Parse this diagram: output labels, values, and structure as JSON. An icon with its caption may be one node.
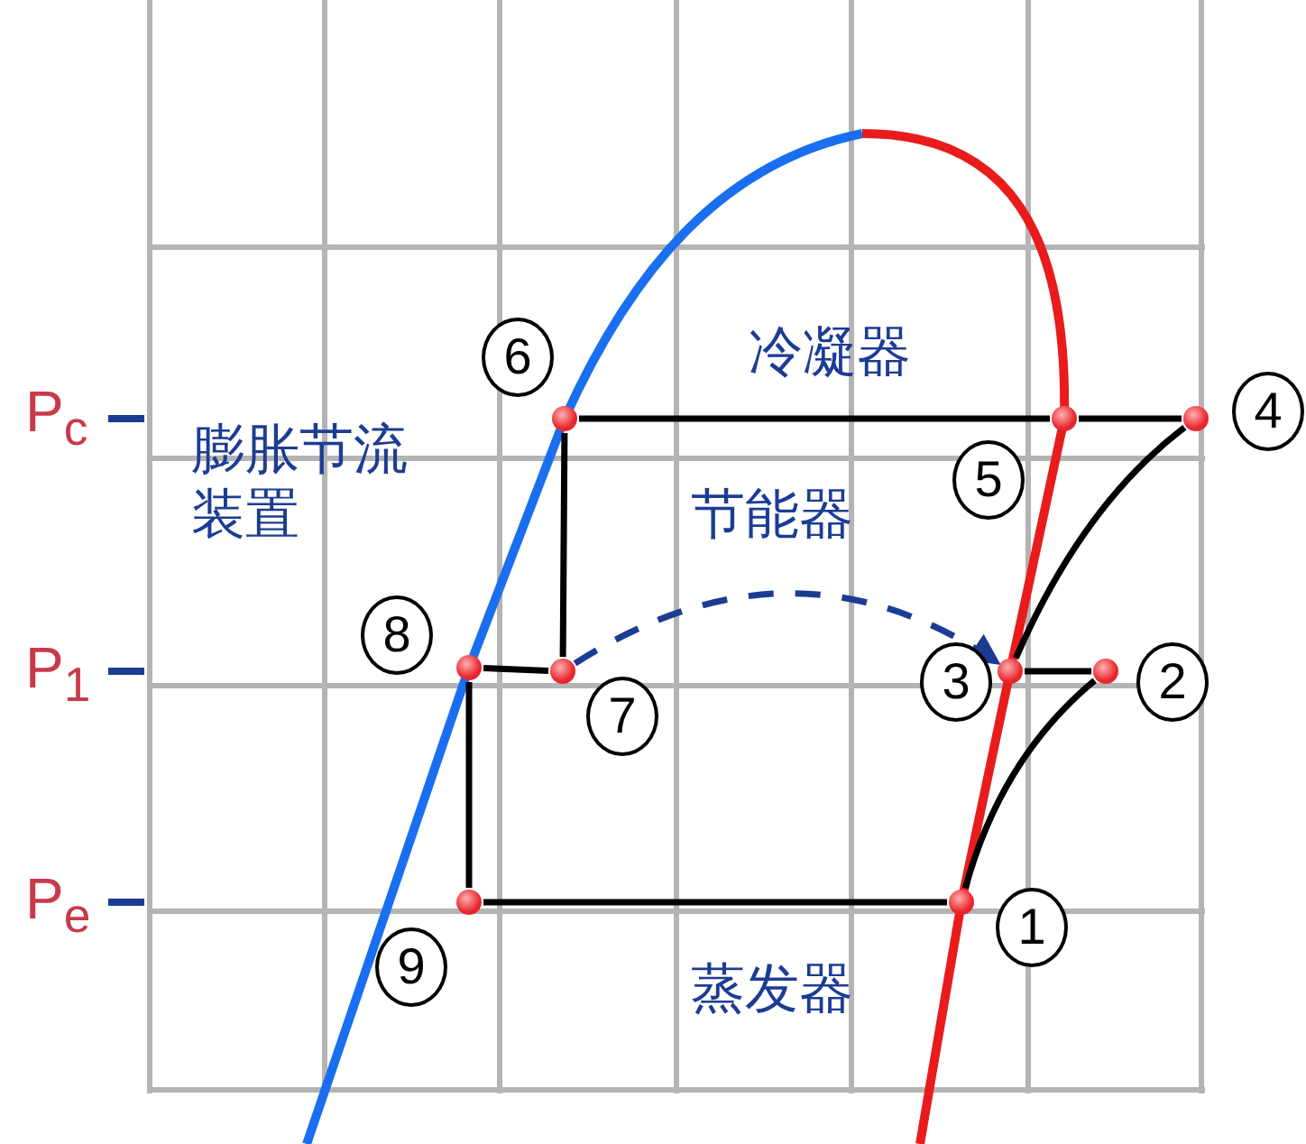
{
  "diagram": {
    "nodes": [
      {
        "text": [],
        "shape": "circle",
        "beside": [
          "1"
        ]
      },
      {
        "text": [],
        "shape": "circle",
        "beside": [
          "2"
        ]
      },
      {
        "text": [],
        "shape": "circle",
        "beside": [
          "3"
        ]
      },
      {
        "text": [],
        "shape": "circle",
        "beside": [
          "4"
        ]
      },
      {
        "text": [],
        "shape": "circle",
        "beside": [
          "5"
        ]
      },
      {
        "text": [],
        "shape": "circle",
        "beside": [
          "6"
        ]
      },
      {
        "text": [],
        "shape": "circle",
        "beside": [
          "7"
        ]
      },
      {
        "text": [],
        "shape": "circle",
        "beside": [
          "8"
        ]
      },
      {
        "text": [],
        "shape": "circle",
        "beside": [
          "9"
        ]
      }
    ],
    "edges": [
      {
        "from": 0,
        "to": 1,
        "arrow": "none"
      },
      {
        "from": 1,
        "to": 2,
        "arrow": "none"
      },
      {
        "from": 2,
        "to": 3,
        "arrow": "none"
      },
      {
        "from": 3,
        "to": 4,
        "arrow": "none"
      },
      {
        "from": 4,
        "to": 5,
        "arrow": "none"
      },
      {
        "from": 5,
        "to": 6,
        "arrow": "none"
      },
      {
        "from": 6,
        "to": 7,
        "arrow": "none"
      },
      {
        "from": 7,
        "to": 8,
        "arrow": "none"
      },
      {
        "from": 8,
        "to": 0,
        "arrow": "none"
      },
      {
        "from": 6,
        "to": 2,
        "arrow": "to",
        "style": "dashed",
        "color": "#1c3c94"
      }
    ],
    "labels": [
      "冷凝器",
      "P$_{c}$",
      "膨胀节流装置",
      "节能器",
      "P$_{1}$",
      "P$_{e}$",
      "蒸发器"
    ]
  }
}
